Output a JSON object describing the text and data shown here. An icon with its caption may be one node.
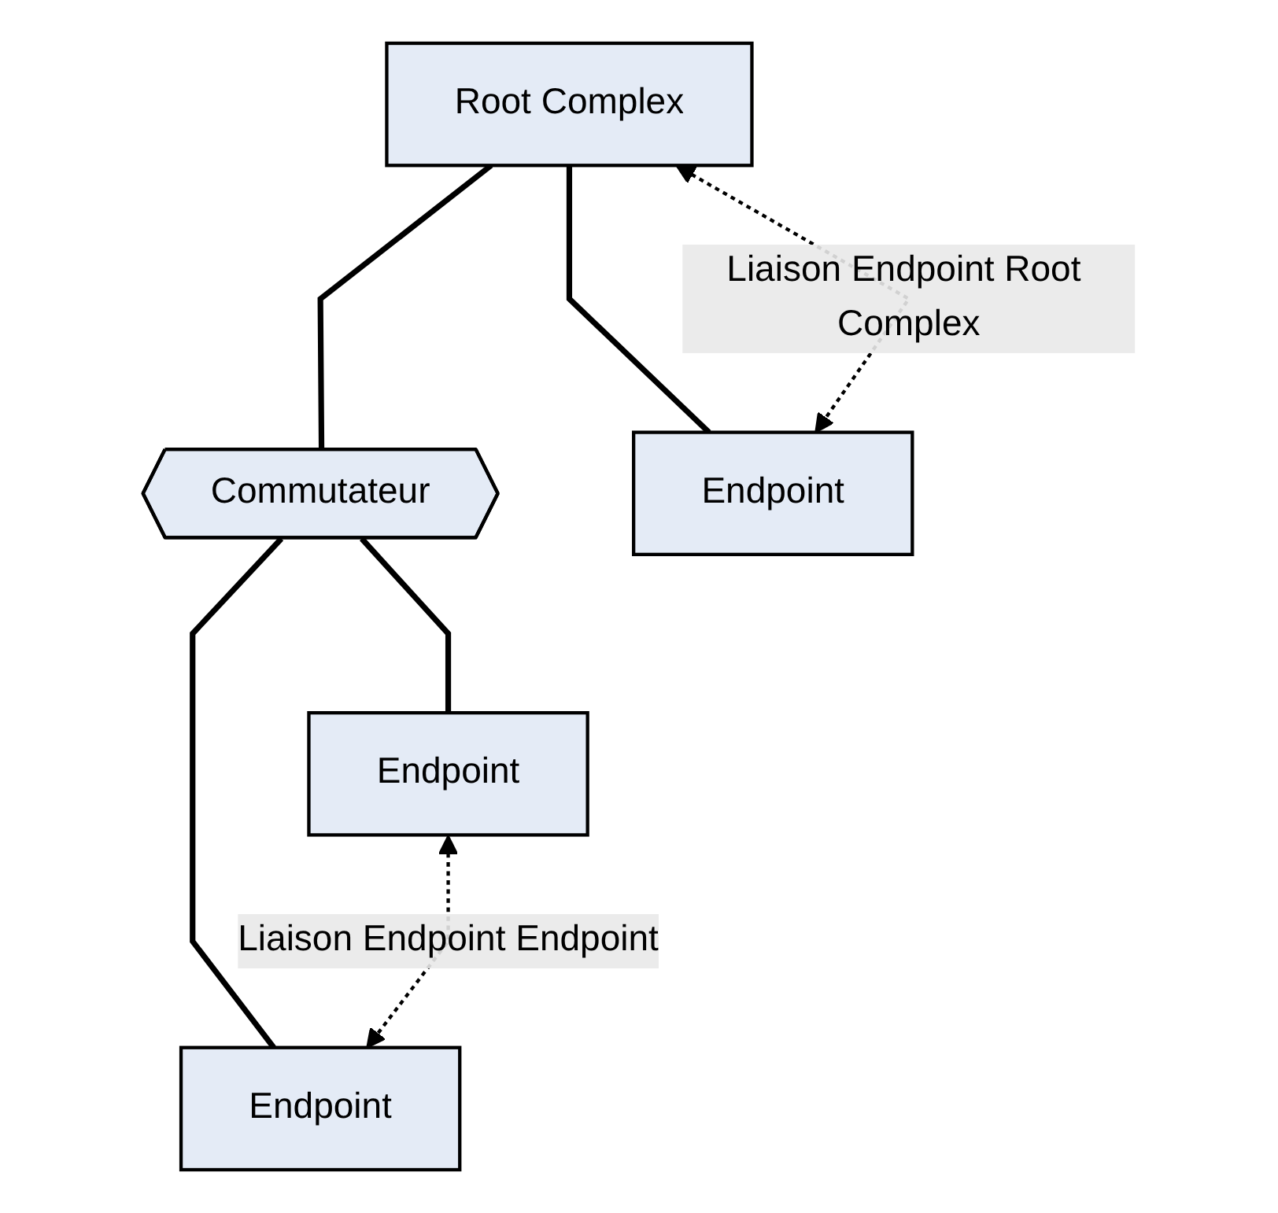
{
  "diagram": {
    "nodes": [
      {
        "text": [
          "Root Complex"
        ]
      },
      {
        "text": [
          "Commutateur"
        ]
      },
      {
        "text": [
          "Endpoint"
        ]
      },
      {
        "text": [
          "Endpoint"
        ]
      },
      {
        "text": [
          "Endpoint"
        ]
      }
    ],
    "edges": [
      {
        "from": 0,
        "to": 2,
        "arrow": "none"
      },
      {
        "from": 0,
        "to": 1,
        "arrow": "none"
      },
      {
        "from": 1,
        "to": 3,
        "arrow": "none"
      },
      {
        "from": 1,
        "to": 4,
        "arrow": "none"
      },
      {
        "from": 0,
        "to": 2,
        "arrow": "both",
        "style": "dashed",
        "label": "Liaison Endpoint Root Complex"
      },
      {
        "from": 3,
        "to": 4,
        "arrow": "both",
        "style": "dashed",
        "label": "Liaison Endpoint Endpoint"
      }
    ]
  }
}
